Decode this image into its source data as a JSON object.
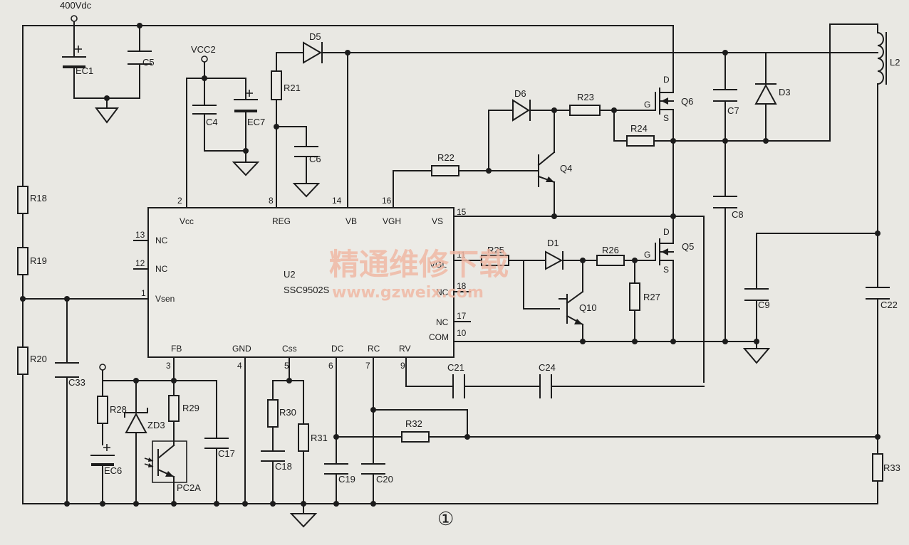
{
  "power_labels": {
    "hv": "400Vdc",
    "vcc2": "VCC2"
  },
  "ic": {
    "ref": "U2",
    "part": "SSC9502S",
    "pins": {
      "vcc": "Vcc",
      "reg": "REG",
      "vb": "VB",
      "vgh": "VGH",
      "vs": "VS",
      "nc13": "NC",
      "nc12": "NC",
      "vsen": "Vsen",
      "vgl": "VGL",
      "nc18": "NC",
      "nc17": "NC",
      "com": "COM",
      "fb": "FB",
      "gnd": "GND",
      "css": "Css",
      "dc": "DC",
      "rc": "RC",
      "rv": "RV"
    },
    "pin_numbers": {
      "p2": "2",
      "p8": "8",
      "p14": "14",
      "p16": "16",
      "p15": "15",
      "p13": "13",
      "p12": "12",
      "p1": "1",
      "p11": "11",
      "p18": "18",
      "p17": "17",
      "p10": "10",
      "p3": "3",
      "p4": "4",
      "p5": "5",
      "p6": "6",
      "p7": "7",
      "p9": "9"
    }
  },
  "components": {
    "EC1": "EC1",
    "C5": "C5",
    "C4": "C4",
    "EC7": "EC7",
    "R21": "R21",
    "C6": "C6",
    "D5": "D5",
    "D6": "D6",
    "R23": "R23",
    "R22": "R22",
    "Q4": "Q4",
    "R24": "R24",
    "Q6": "Q6",
    "C7": "C7",
    "D3": "D3",
    "L2": "L2",
    "C8": "C8",
    "R25": "R25",
    "D1": "D1",
    "R26": "R26",
    "Q5": "Q5",
    "R27": "R27",
    "Q10": "Q10",
    "C9": "C9",
    "C22": "C22",
    "R18": "R18",
    "R19": "R19",
    "R20": "R20",
    "C33": "C33",
    "R28": "R28",
    "ZD3": "ZD3",
    "R29": "R29",
    "EC6": "EC6",
    "PC2A": "PC2A",
    "C17": "C17",
    "R30": "R30",
    "C18": "C18",
    "R31": "R31",
    "C19": "C19",
    "C20": "C20",
    "R32": "R32",
    "R33": "R33",
    "C21": "C21",
    "C24": "C24"
  },
  "mosfet_pins": {
    "d": "D",
    "g": "G",
    "s": "S"
  },
  "figure_number": "①",
  "watermark": {
    "cn": "精通维修下载",
    "url": "www.gzweix.com"
  }
}
